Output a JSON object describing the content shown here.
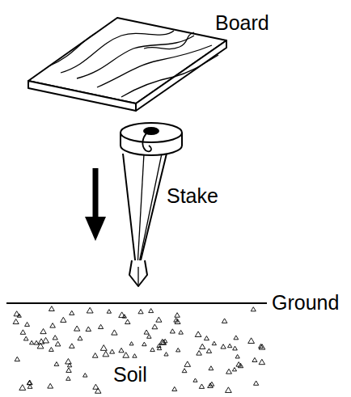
{
  "diagram": {
    "labels": [
      "Board",
      "Stake",
      "Ground",
      "Soil"
    ]
  }
}
